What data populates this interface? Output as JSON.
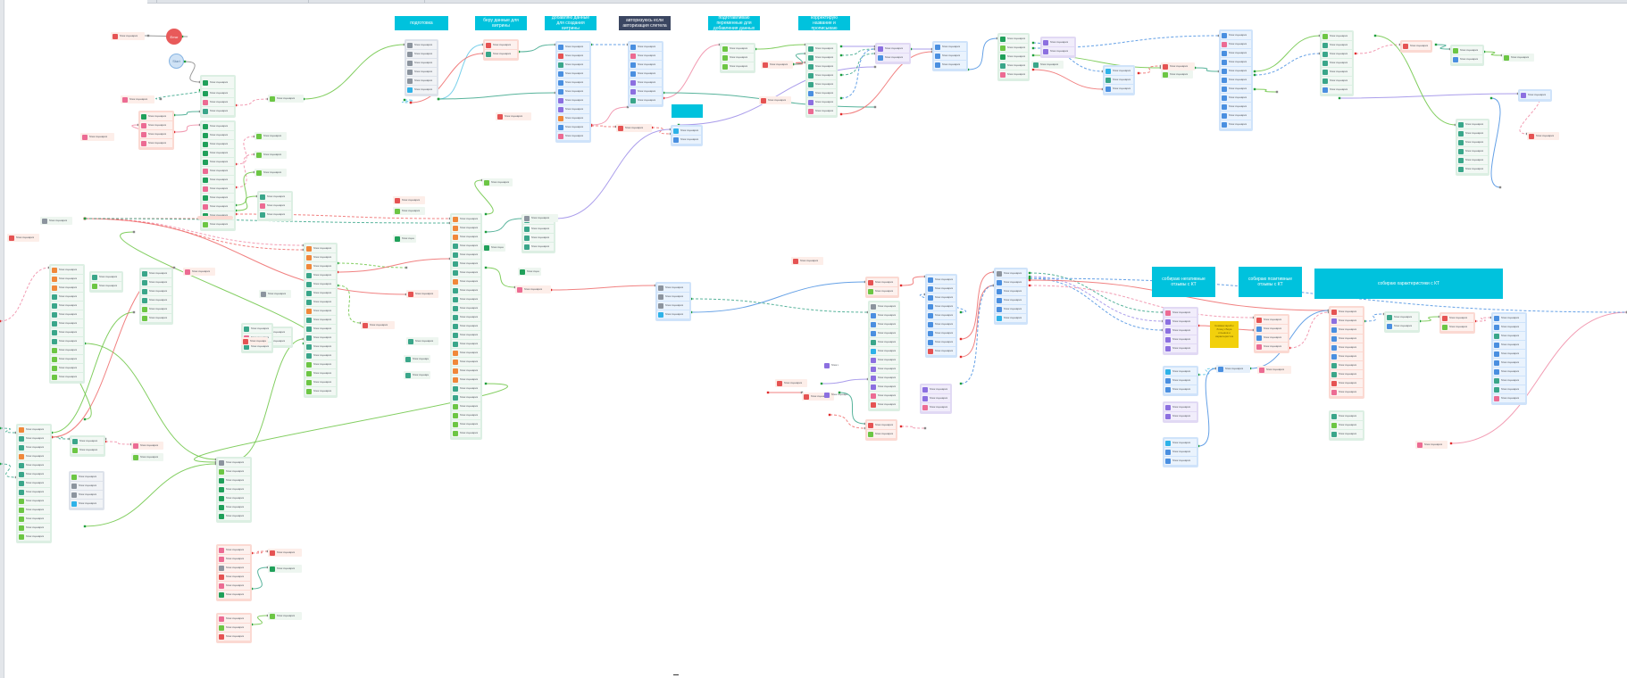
{
  "app": {
    "title": "Scenario flow editor"
  },
  "headers": [
    {
      "id": "h1",
      "label": "подготовка",
      "style": "cyan"
    },
    {
      "id": "h2",
      "label": "беру данные для витрины",
      "style": "cyan"
    },
    {
      "id": "h3",
      "label": "добавляю данные для создания витрины",
      "style": "cyan"
    },
    {
      "id": "h4",
      "label": "авторизуюсь если авторизация слетела",
      "style": "dark"
    },
    {
      "id": "h5",
      "label": "подготавливаю переменные для добавления данных",
      "style": "cyan"
    },
    {
      "id": "h6",
      "label": "корректирую название и прописываю",
      "style": "cyan"
    },
    {
      "id": "h7",
      "label": "собираю негативные отзывы с КТ",
      "style": "cyan"
    },
    {
      "id": "h8",
      "label": "собираю позитивные отзывы с КТ",
      "style": "cyan"
    },
    {
      "id": "h9",
      "label": "собираю характеристики с КТ",
      "style": "cyan"
    },
    {
      "id": "h10",
      "label": "",
      "style": "cyan"
    }
  ],
  "circles": {
    "error": {
      "label": "Error"
    },
    "start": {
      "label": "Start"
    }
  },
  "note": {
    "text": "Комментарий к блоку сбора отзывов и характеристик"
  },
  "colors": {
    "accent_cyan": "#00c2dd",
    "header_dark": "#3b4661",
    "link_green": "#6cc644",
    "link_teal": "#3aa68a",
    "link_red": "#ef6b6b",
    "link_pink": "#f08ba6",
    "link_blue": "#4a90e2",
    "link_lightblue": "#5ec7e6",
    "link_purple": "#9b8ce8",
    "icon_green": "#20a05a",
    "icon_lightgreen": "#6cc644",
    "icon_red": "#e55353",
    "icon_pink": "#ec6b93",
    "icon_orange": "#f0883a",
    "icon_blue": "#4a8fe0",
    "icon_purple": "#8c6fe0",
    "icon_grey": "#8c949e",
    "icon_teal": "#3aa68a",
    "icon_cyan": "#2eb2e8",
    "note_yellow": "#f2d00c"
  },
  "row_label": "…",
  "legend": {
    "row_text_placeholder": "блок сценария"
  }
}
